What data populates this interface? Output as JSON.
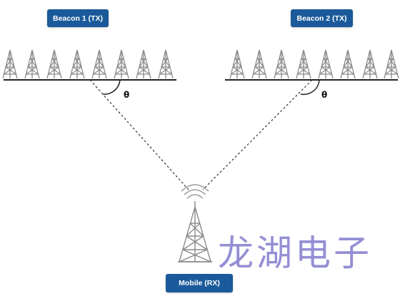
{
  "labels": {
    "beacon1": "Beacon 1 (TX)",
    "beacon2": "Beacon 2 (TX)",
    "mobile": "Mobile (RX)",
    "angle1": "θ",
    "angle2": "θ"
  },
  "watermark": "龙湖电子",
  "colors": {
    "label_bg": "#1b5a9a",
    "label_text": "#ffffff",
    "tower": "#8a8a8a",
    "baseline": "#222222",
    "dashed_line": "#333333",
    "watermark": "#766ec8"
  },
  "icons": {
    "array_element": "tower-icon",
    "mobile_station": "antenna-tower-icon",
    "signal": "signal-waves-icon"
  },
  "beacon1_elements": 8,
  "beacon2_elements": 8
}
